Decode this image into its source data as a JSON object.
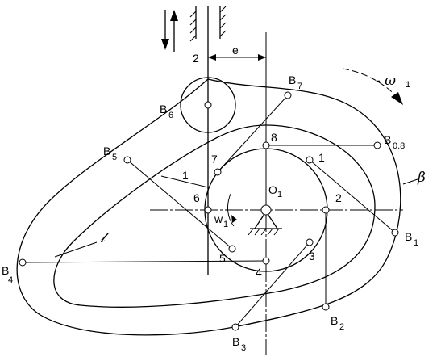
{
  "follower_label": "2",
  "offset_label": "e",
  "cam_label": "1",
  "center_label": "O",
  "center_sub": "1",
  "omega_label": "w",
  "omega_sub": "1",
  "neg_omega_label": "- ω",
  "neg_omega_sub": "1",
  "pitch_curve_label": "β",
  "profile_label": "𝓁",
  "division_labels": [
    "1",
    "2",
    "3",
    "4",
    "5",
    "6",
    "7",
    "8"
  ],
  "b_points": [
    {
      "base": "B",
      "sub": "1"
    },
    {
      "base": "B",
      "sub": "2"
    },
    {
      "base": "B",
      "sub": "3"
    },
    {
      "base": "B",
      "sub": "4"
    },
    {
      "base": "B",
      "sub": "5"
    },
    {
      "base": "B",
      "sub": "6"
    },
    {
      "base": "B",
      "sub": "7"
    },
    {
      "base": "B",
      "sub": "0.8"
    }
  ]
}
